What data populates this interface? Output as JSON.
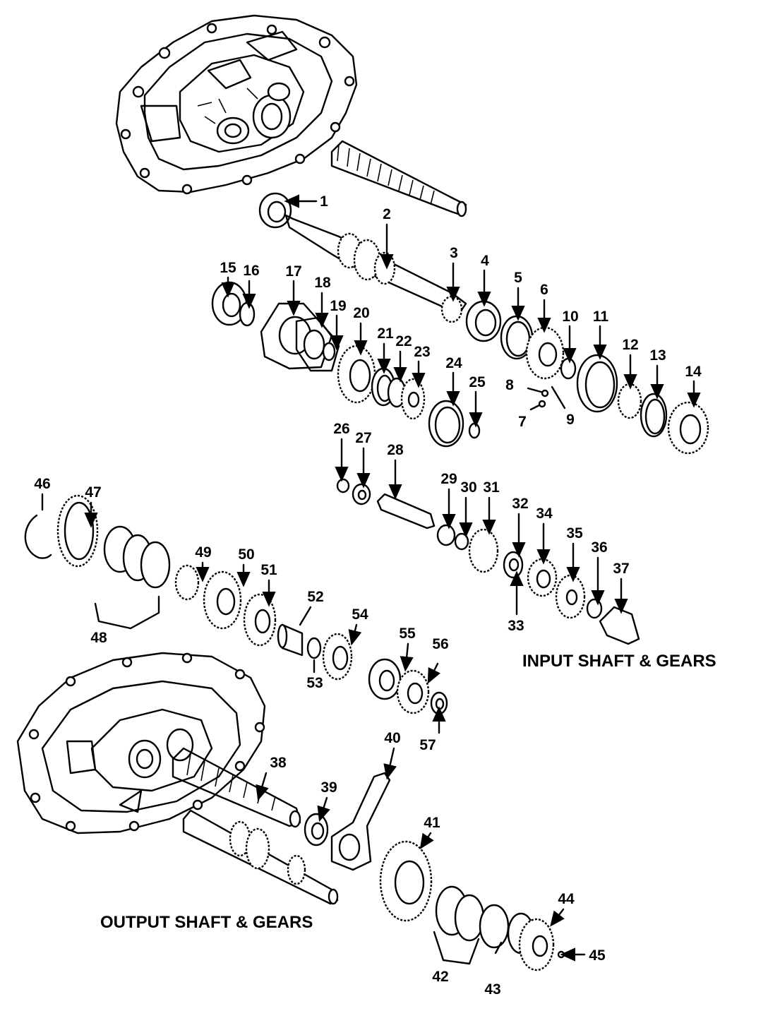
{
  "diagram": {
    "input_title": "INPUT SHAFT & GEARS",
    "output_title": "OUTPUT SHAFT & GEARS",
    "labels": [
      "1",
      "2",
      "3",
      "4",
      "5",
      "6",
      "7",
      "8",
      "9",
      "10",
      "11",
      "12",
      "13",
      "14",
      "15",
      "16",
      "17",
      "18",
      "19",
      "20",
      "21",
      "22",
      "23",
      "24",
      "25",
      "26",
      "27",
      "28",
      "29",
      "30",
      "31",
      "32",
      "33",
      "34",
      "35",
      "36",
      "37",
      "38",
      "39",
      "40",
      "41",
      "42",
      "43",
      "44",
      "45",
      "46",
      "47",
      "48",
      "49",
      "50",
      "51",
      "52",
      "53",
      "54",
      "55",
      "56",
      "57"
    ]
  },
  "colors": {
    "ink": "#000000",
    "paper": "#ffffff"
  }
}
